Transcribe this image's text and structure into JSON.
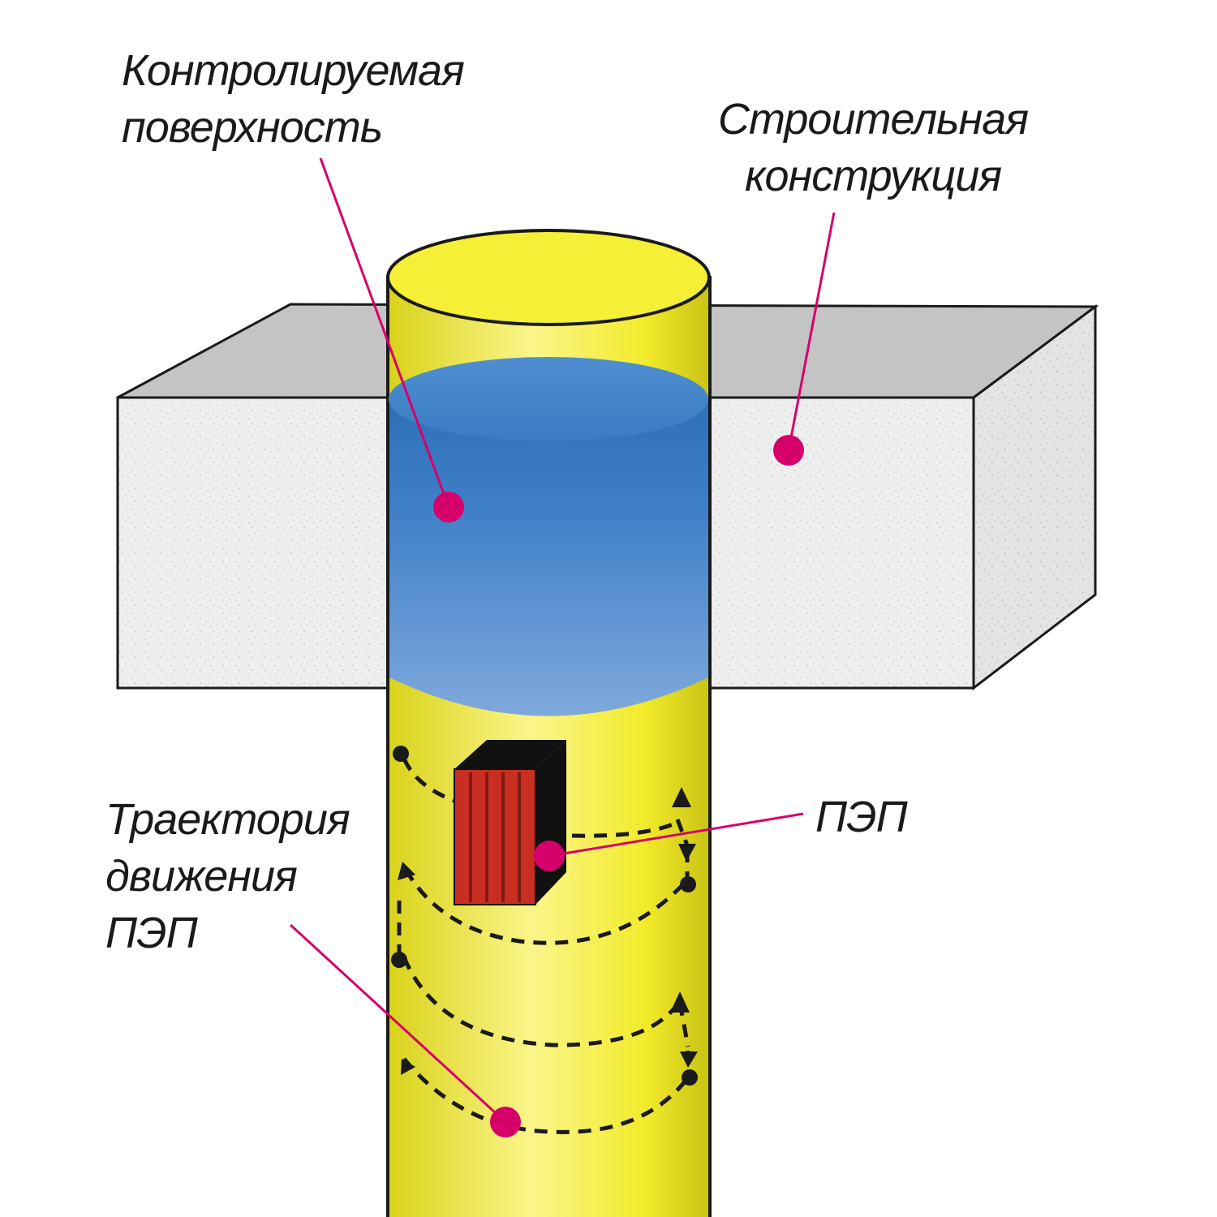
{
  "labels": {
    "surface": [
      "Контролируемая",
      "поверхность"
    ],
    "structure": [
      "Строительная",
      "конструкция"
    ],
    "trajectory": [
      "Траектория",
      "движения",
      "ПЭП"
    ],
    "probe": "ПЭП"
  },
  "colors": {
    "pipe_yellow": "#f2eb2a",
    "coated_blue": "#3c7fc4",
    "concrete_light": "#eeeeee",
    "concrete_top": "#c4c4c4",
    "probe_red": "#c82e22",
    "callout_magenta": "#d6006b",
    "outline": "#1a1a1a"
  }
}
